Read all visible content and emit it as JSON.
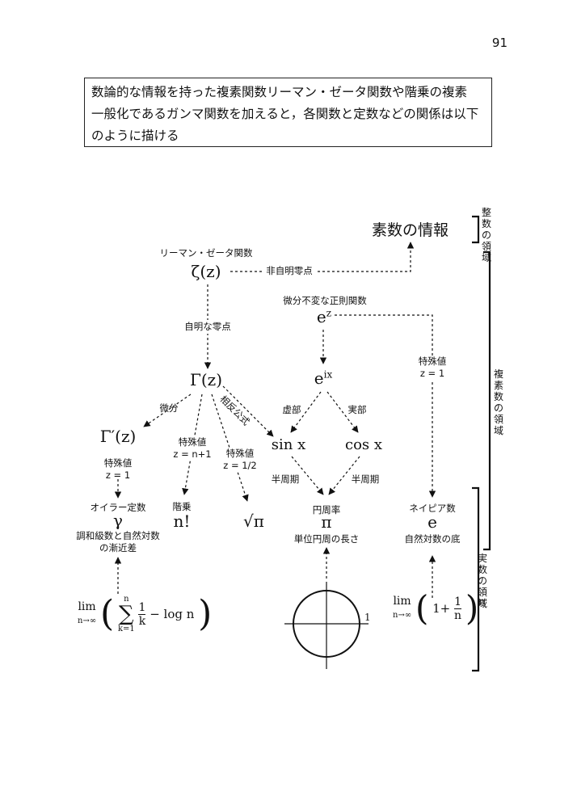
{
  "page_number": "91",
  "intro": {
    "lines": [
      "数論的な情報を持った複素関数リーマン・ゼータ関数や階乗の複素",
      "一般化であるガンマ関数を加えると，各関数と定数などの関係は以下",
      "のように描ける"
    ]
  },
  "diagram": {
    "prime_info": "素数の情報",
    "zeta_title": "リーマン・ゼータ関数",
    "zeta": "ζ(z)",
    "nontrivial_zeros": "非自明零点",
    "trivial_zeros": "自明な零点",
    "ez_title": "微分不変な正則関数",
    "ez": "e^z",
    "gamma": "Γ(z)",
    "eix": "e^ix",
    "special_z1": "特殊値",
    "special_z1_val": "z = 1",
    "reflection": "相反公式",
    "derivative": "微分",
    "imag_part": "虚部",
    "real_part": "実部",
    "gamma_prime": "Γ′(z)",
    "sp_n1": "特殊値",
    "sp_n1_val": "z = n+1",
    "sp_half": "特殊値",
    "sp_half_val": "z = 1/2",
    "sin": "sin x",
    "cos": "cos x",
    "gp_special": "特殊値",
    "gp_special_val": "z = 1",
    "half_period_left": "半周期",
    "half_period_right": "半周期",
    "euler_const_title": "オイラー定数",
    "euler_gamma": "γ",
    "factorial_title": "階乗",
    "factorial": "n!",
    "sqrt_pi": "√π",
    "pi_title": "円周率",
    "pi": "π",
    "pi_desc": "単位円周の長さ",
    "napier_title": "ネイピア数",
    "e": "e",
    "napier_desc": "自然対数の底",
    "euler_desc_1": "調和級数と自然対数",
    "euler_desc_2": "の漸近差",
    "circle_label": "1",
    "region_integer": "整数の領域",
    "region_complex": "複素数の領域",
    "region_real": "実数の領域"
  }
}
